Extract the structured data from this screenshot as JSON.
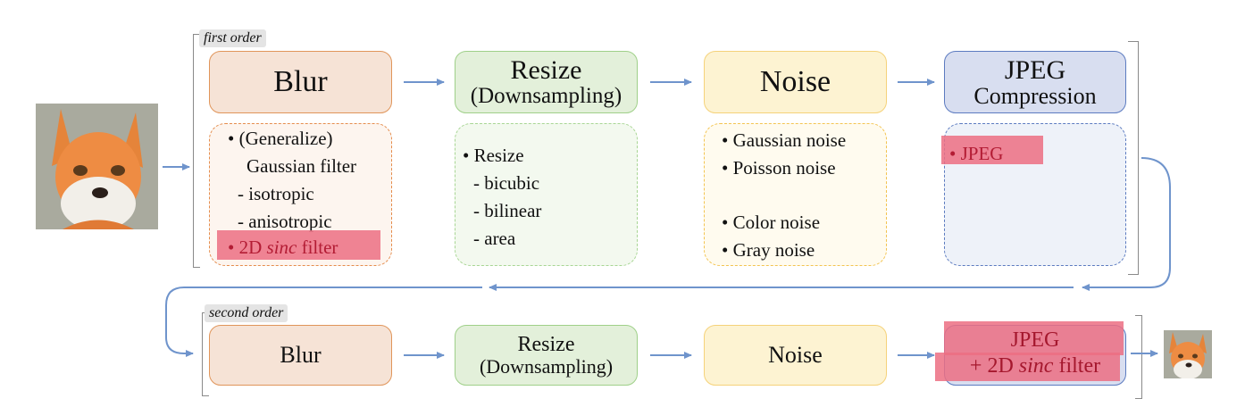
{
  "first_order": {
    "label": "first order",
    "stages": {
      "blur": {
        "title": "Blur"
      },
      "resize": {
        "title_line1": "Resize",
        "title_line2": "(Downsampling)"
      },
      "noise": {
        "title": "Noise"
      },
      "jpeg": {
        "title_line1": "JPEG",
        "title_line2": "Compression"
      }
    },
    "blur_items": [
      "• (Generalize)",
      "Gaussian filter",
      "- isotropic",
      "- anisotropic"
    ],
    "blur_highlight": {
      "bullet": "• 2D ",
      "italic": "sinc",
      "tail": " filter"
    },
    "resize_items": [
      "• Resize",
      "- bicubic",
      "- bilinear",
      "- area"
    ],
    "noise_items": [
      "• Gaussian noise",
      "• Poisson noise",
      "• Color noise",
      "• Gray noise"
    ],
    "jpeg_items": [
      "• JPEG"
    ]
  },
  "second_order": {
    "label": "second order",
    "stages": {
      "blur": {
        "title": "Blur"
      },
      "resize": {
        "title_line1": "Resize",
        "title_line2": "(Downsampling)"
      },
      "noise": {
        "title": "Noise"
      },
      "jpeg": {
        "title_line1": "JPEG",
        "title_pre": "+ 2D ",
        "title_italic": "sinc",
        "title_post": " filter"
      }
    }
  },
  "colors": {
    "arrow": "#6f94cc",
    "highlight": "#ec6f82",
    "blur": "#e0955a",
    "resize": "#9fd089",
    "noise": "#f5d27a",
    "jpeg": "#5c7bc0"
  }
}
